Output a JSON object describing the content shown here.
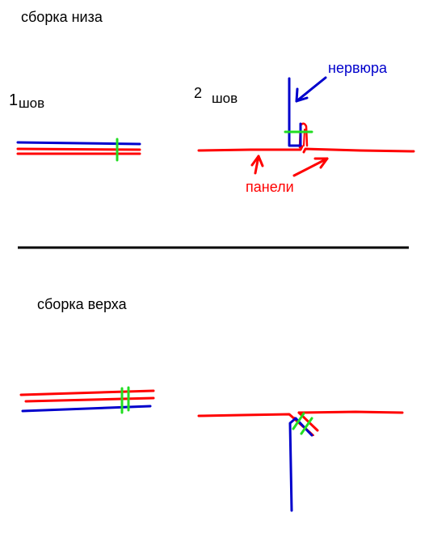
{
  "colors": {
    "red": "#ff0000",
    "blue": "#0000cc",
    "green": "#22dd22",
    "black": "#000000",
    "background": "#ffffff"
  },
  "labels": {
    "section_bottom": "сборка низа",
    "seam1_number": "1",
    "seam1_word": "шов",
    "seam2_number": "2",
    "seam2_word": "шов",
    "rib": "нервюра",
    "panels": "панели",
    "section_top": "сборка верха"
  }
}
